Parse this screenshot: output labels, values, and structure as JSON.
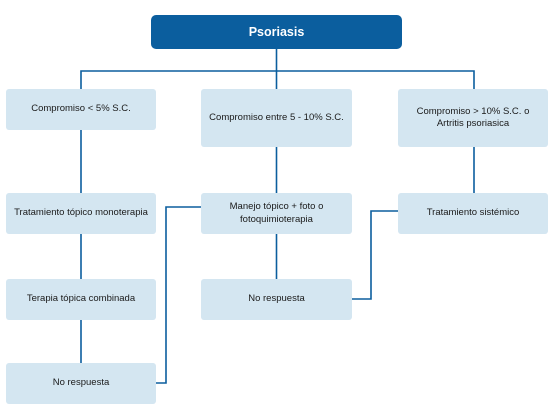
{
  "diagram": {
    "root": "Psoriasis",
    "columns": [
      {
        "criterion": "Compromiso < 5% S.C.",
        "treatment": "Tratamiento tópico monoterapia",
        "combined": "Terapia tópica combinada",
        "no_response": "No respuesta"
      },
      {
        "criterion": "Compromiso entre 5 - 10% S.C.",
        "treatment": "Manejo tópico + foto o fotoquimioterapia",
        "no_response": "No respuesta"
      },
      {
        "criterion": "Compromiso > 10% S.C. o Artritis psoriasica",
        "treatment": "Tratamiento sistémico"
      }
    ]
  },
  "colors": {
    "root_fill": "#0b5e9e",
    "node_fill": "#d4e6f1",
    "connector": "#0b5e9e"
  }
}
